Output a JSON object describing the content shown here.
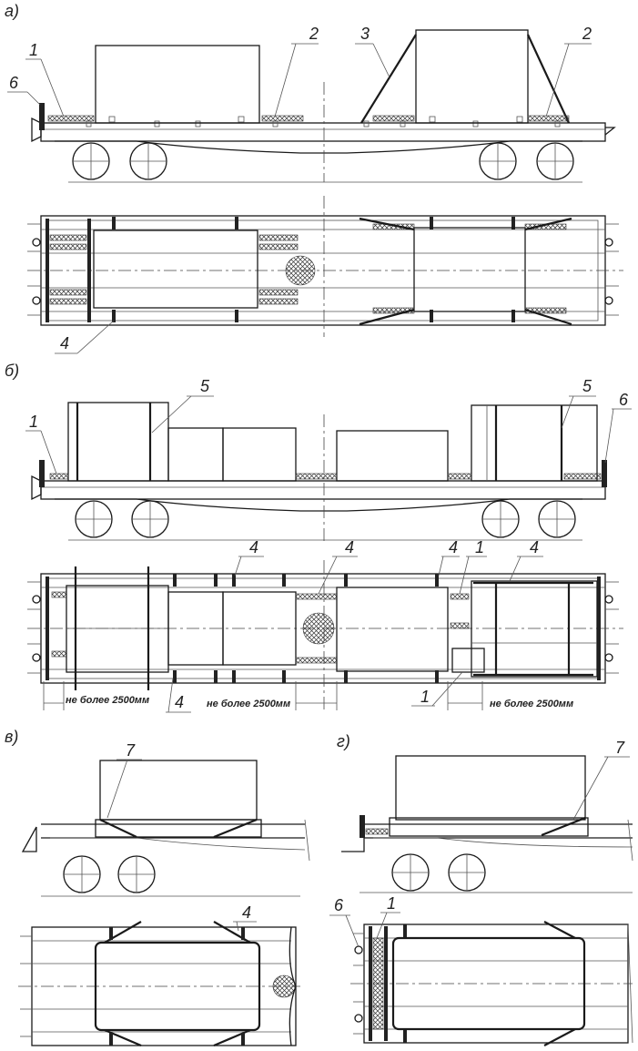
{
  "sections": {
    "a": "а)",
    "b": "б)",
    "v": "в)",
    "g": "г)"
  },
  "callouts": {
    "n1": "1",
    "n2": "2",
    "n3": "3",
    "n4": "4",
    "n5": "5",
    "n6": "6",
    "n7": "7"
  },
  "dimension": "не более 2500мм"
}
